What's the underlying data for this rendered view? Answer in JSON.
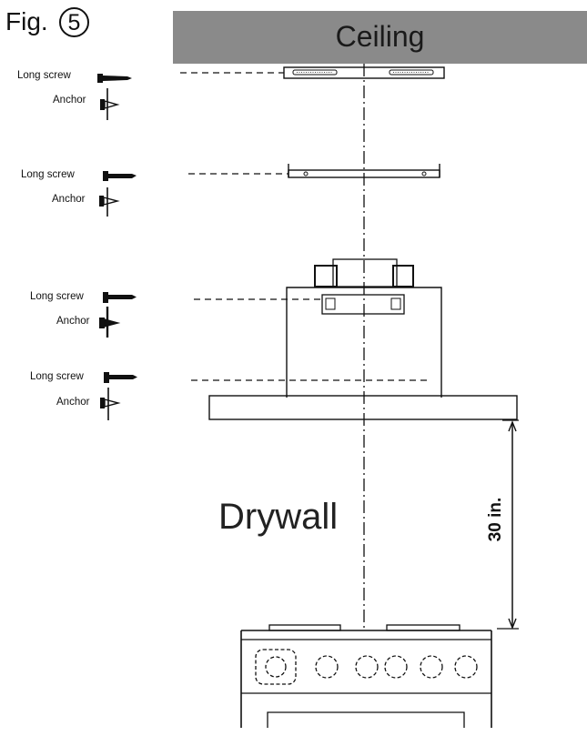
{
  "figure": {
    "prefix": "Fig.",
    "number": "5"
  },
  "ceiling_label": "Ceiling",
  "drywall_label": "Drywall",
  "distance_label": "30 in.",
  "fastener_groups": [
    {
      "screw": "Long screw",
      "anchor": "Anchor"
    },
    {
      "screw": "Long screw",
      "anchor": "Anchor"
    },
    {
      "screw": "Long screw",
      "anchor": "Anchor"
    },
    {
      "screw": "Long screw",
      "anchor": "Anchor"
    }
  ],
  "colors": {
    "ceiling_band": "#8a8a8a",
    "line": "#111111"
  },
  "icons": [
    "long-screw-icon",
    "wall-anchor-icon"
  ]
}
